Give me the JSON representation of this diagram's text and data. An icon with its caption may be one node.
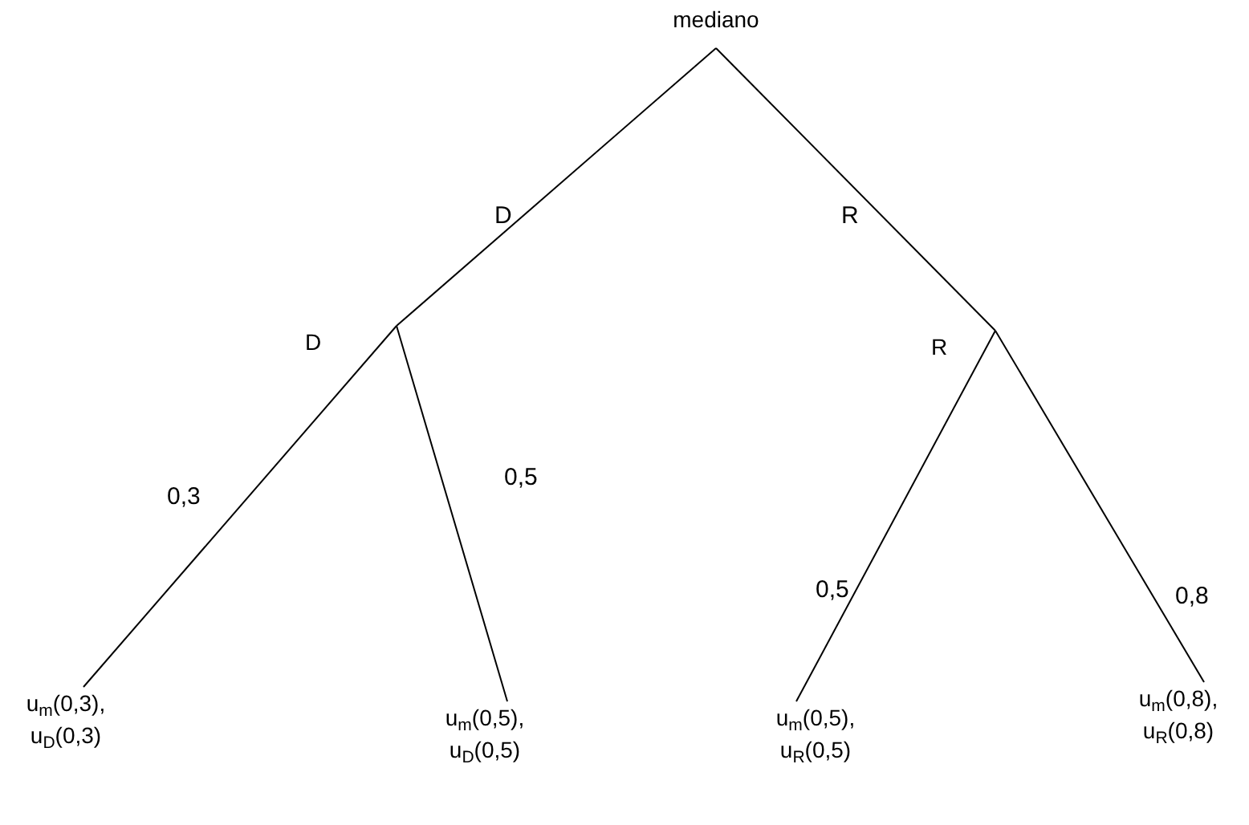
{
  "diagram": {
    "nodes": [
      {
        "text": [
          "mediano"
        ]
      },
      {
        "text": [
          "D"
        ]
      },
      {
        "text": [
          "R"
        ]
      },
      {
        "text": [
          "u$_{m}$(0,3), u$_{D}$(0,3)"
        ]
      },
      {
        "text": [
          "u$_{m}$(0,5), u$_{D}$(0,5)"
        ]
      },
      {
        "text": [
          "u$_{m}$(0,5), u$_{R}$(0,5)"
        ]
      },
      {
        "text": [
          "u$_{m}$(0,8), u$_{R}$(0,8)"
        ]
      }
    ],
    "edges": [
      {
        "from": 0,
        "to": 1,
        "arrow": "none",
        "label": "D"
      },
      {
        "from": 0,
        "to": 2,
        "arrow": "none",
        "label": "R"
      },
      {
        "from": 1,
        "to": 3,
        "arrow": "none",
        "label": "0,3"
      },
      {
        "from": 1,
        "to": 4,
        "arrow": "none",
        "label": "0,5"
      },
      {
        "from": 2,
        "to": 5,
        "arrow": "none",
        "label": "0,5"
      },
      {
        "from": 2,
        "to": 6,
        "arrow": "none",
        "label": "0,8"
      }
    ]
  }
}
